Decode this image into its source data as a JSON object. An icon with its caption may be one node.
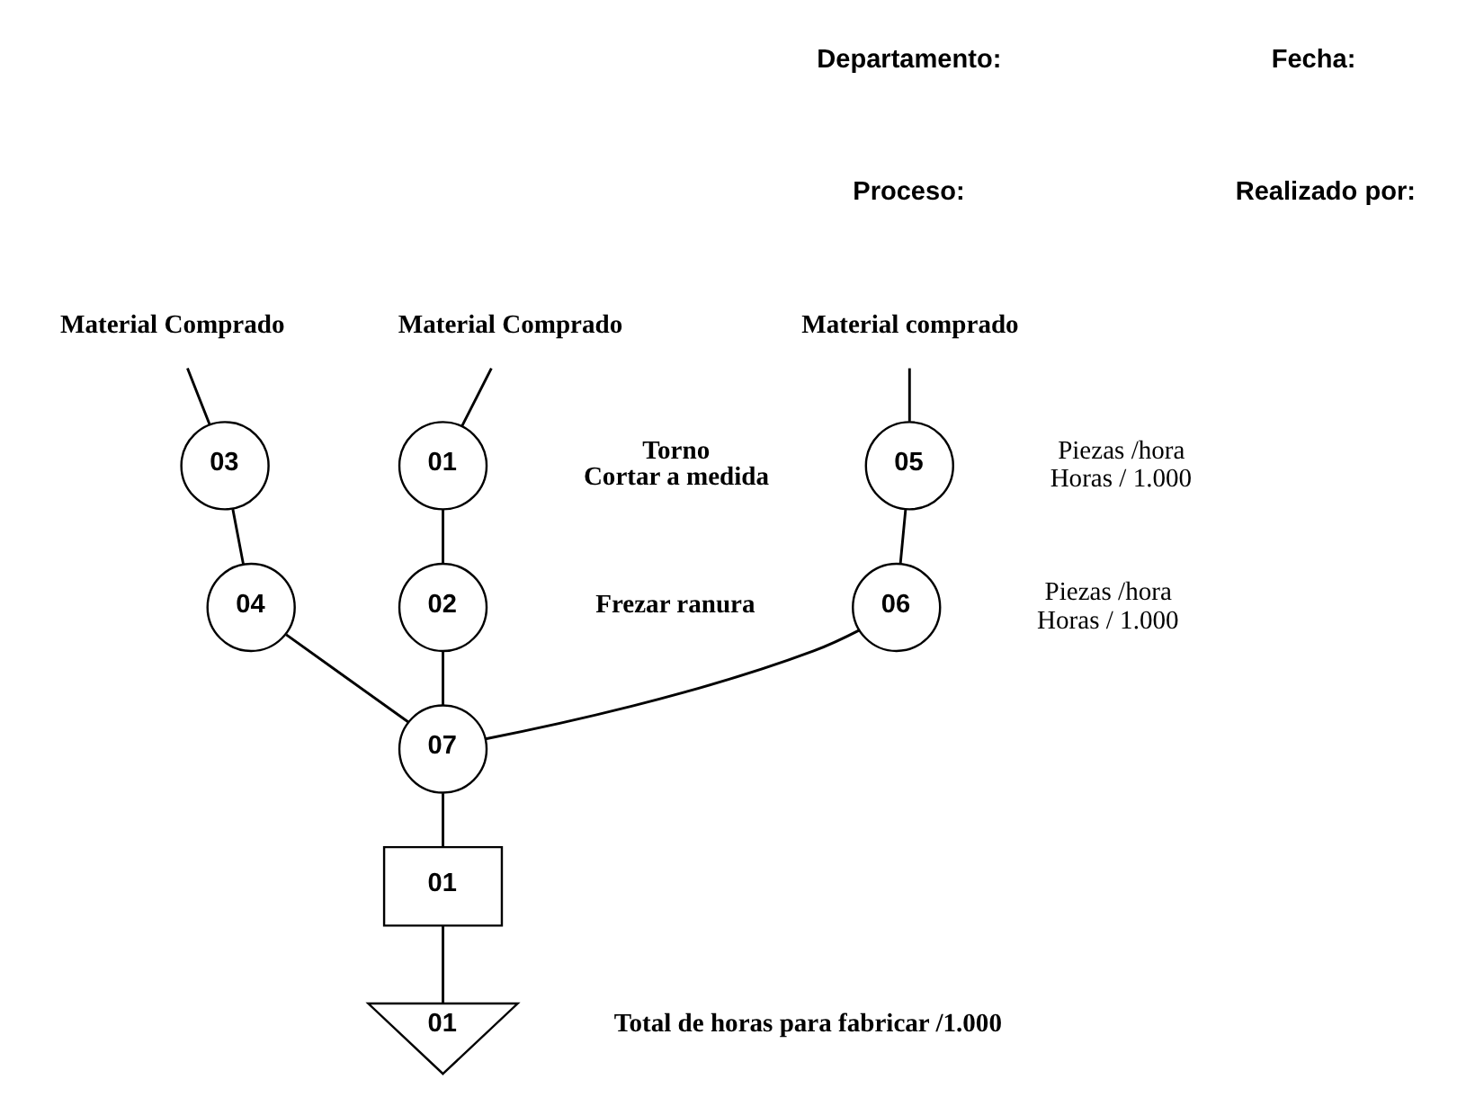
{
  "diagram": {
    "nodes": [
      {
        "text": [
          "Material comprado"
        ]
      },
      {
        "text": [
          "Material Comprado"
        ]
      },
      {
        "text": [
          "Material Comprado"
        ]
      },
      {
        "text": [
          "05"
        ],
        "beside": [
          "Torno",
          "Cortar a medida",
          "Piezas /hora",
          "Horas / 1.000"
        ]
      },
      {
        "text": [
          "03"
        ]
      },
      {
        "text": [
          "01"
        ]
      },
      {
        "text": [
          "06"
        ],
        "beside": [
          "Frezar ranura",
          "Piezas /hora",
          "Horas / 1.000"
        ]
      },
      {
        "text": [
          "04"
        ]
      },
      {
        "text": [
          "02"
        ]
      },
      {
        "text": [
          "07"
        ]
      },
      {
        "text": [
          "01"
        ]
      },
      {
        "text": [
          "01"
        ],
        "beside": [
          "Total de horas para fabricar /1.000"
        ]
      }
    ],
    "edges": [
      {
        "from": 0,
        "to": 3,
        "arrow": "none"
      },
      {
        "from": 1,
        "to": 4,
        "arrow": "none"
      },
      {
        "from": 2,
        "to": 5,
        "arrow": "none"
      },
      {
        "from": 3,
        "to": 6,
        "arrow": "none"
      },
      {
        "from": 4,
        "to": 7,
        "arrow": "none"
      },
      {
        "from": 5,
        "to": 8,
        "arrow": "none"
      },
      {
        "from": 6,
        "to": 9,
        "arrow": "none"
      },
      {
        "from": 7,
        "to": 9,
        "arrow": "none"
      },
      {
        "from": 8,
        "to": 9,
        "arrow": "none"
      },
      {
        "from": 9,
        "to": 10,
        "arrow": "none"
      },
      {
        "from": 10,
        "to": 11,
        "arrow": "none"
      }
    ],
    "labels": [
      "Departamento:",
      "Fecha:",
      "Proceso:",
      "Realizado por:"
    ]
  }
}
